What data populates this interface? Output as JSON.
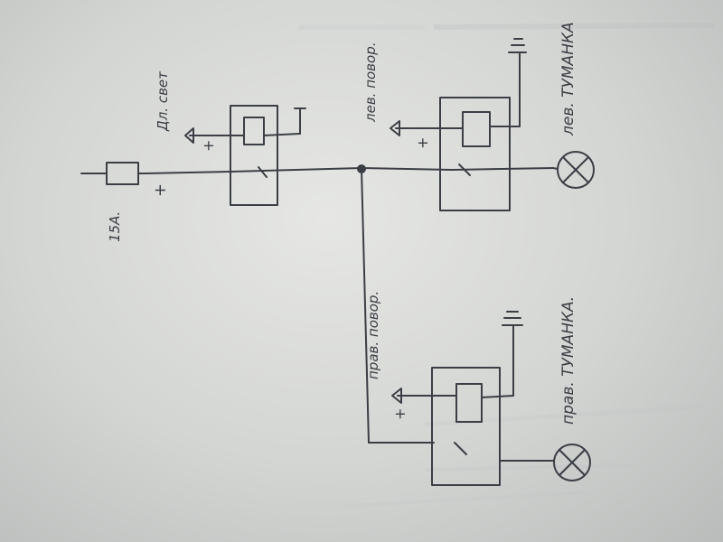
{
  "labels": {
    "fuse": "15А.",
    "supply_plus": "+",
    "high_beam": "Дл. свет",
    "relay_top_plus": "+",
    "left_turn": "лев. повор.",
    "left_relay_plus": "+",
    "left_fog": "лев. ТУМАНКА",
    "right_turn": "прав. повор.",
    "right_relay_plus": "+",
    "right_fog": "прав. ТУМАНКА."
  }
}
